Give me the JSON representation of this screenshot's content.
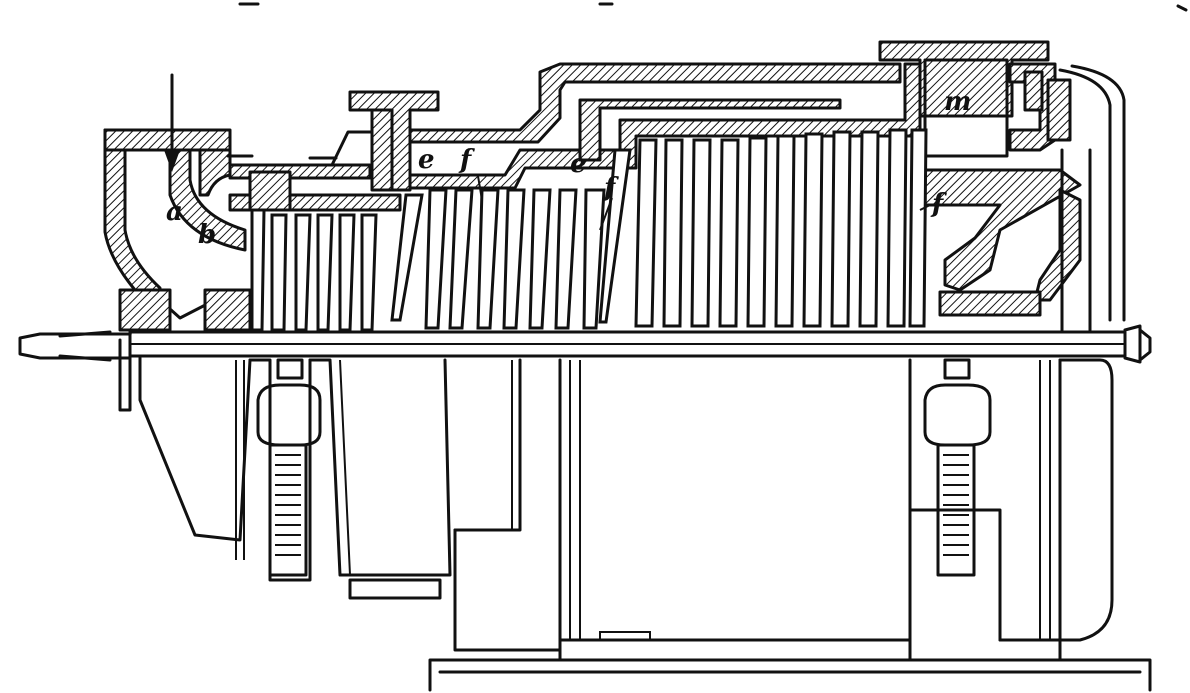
{
  "figure": {
    "labels": {
      "a": "a",
      "b": "b",
      "e1": "e",
      "f1": "f",
      "e2": "e",
      "f2": "f",
      "f3": "f",
      "m": "m"
    }
  }
}
